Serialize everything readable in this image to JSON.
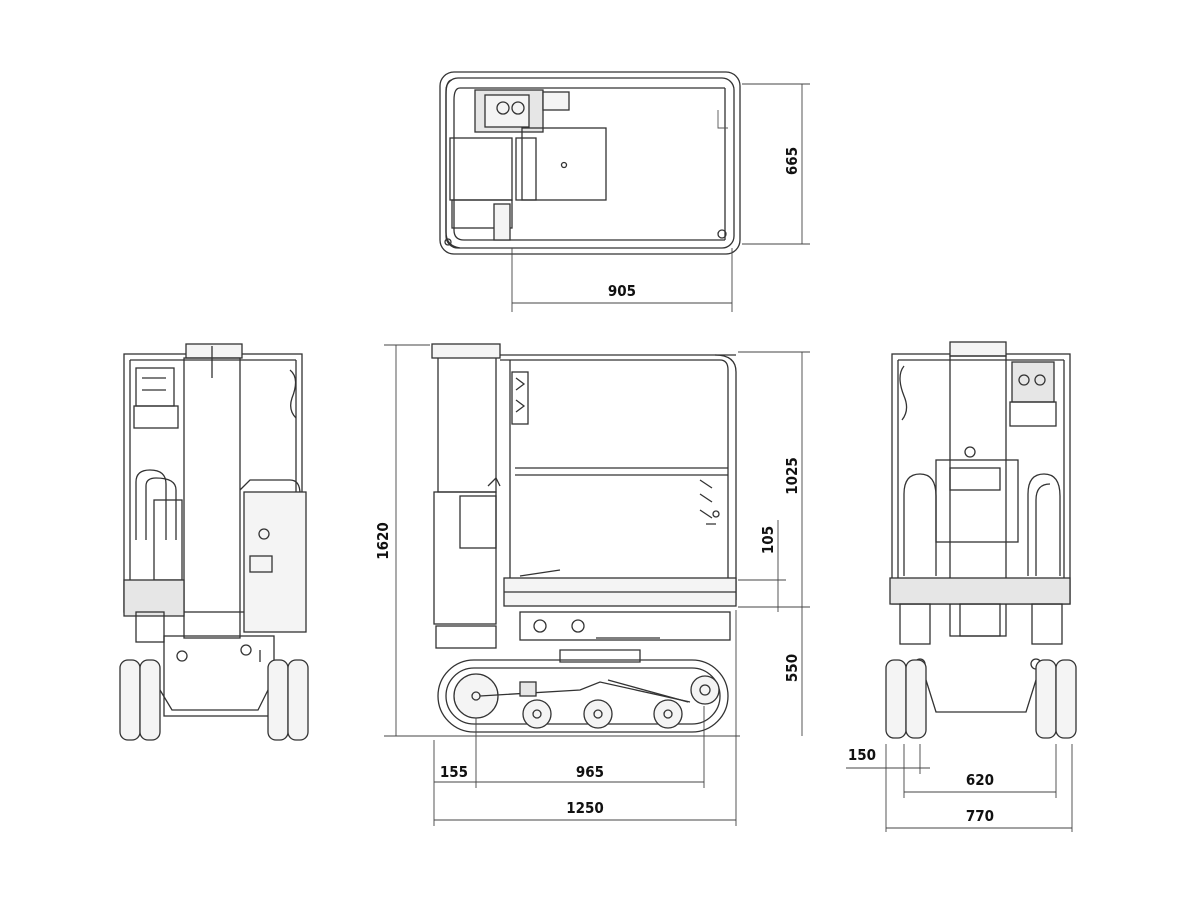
{
  "dimensions": {
    "top_depth": "665",
    "top_length": "905",
    "total_height": "1620",
    "platform_rail_height": "1025",
    "toe_board": "105",
    "platform_height": "550",
    "front_overhang": "155",
    "track_length": "965",
    "overall_length": "1250",
    "wheel_offset": "150",
    "track_width": "620",
    "overall_width": "770"
  }
}
